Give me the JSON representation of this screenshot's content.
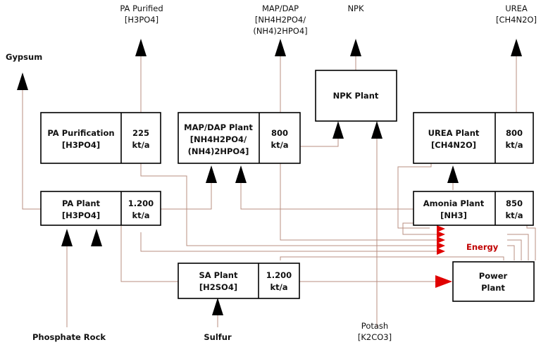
{
  "outputs": {
    "pa_purified": [
      "PA Purified",
      "[H3PO4]"
    ],
    "map_dap": [
      "MAP/DAP",
      "[NH4H2PO4/",
      "(NH4)2HPO4]"
    ],
    "npk": [
      "NPK"
    ],
    "urea": [
      "UREA",
      "[CH4N2O]"
    ],
    "gypsum": [
      "Gypsum"
    ]
  },
  "plants": {
    "pa_purification": {
      "name": [
        "PA Purification",
        "[H3PO4]"
      ],
      "capacity": [
        "225",
        "kt/a"
      ]
    },
    "map_dap_plant": {
      "name": [
        "MAP/DAP Plant",
        "[NH4H2PO4/",
        "(NH4)2HPO4]"
      ],
      "capacity": [
        "800",
        "kt/a"
      ]
    },
    "npk_plant": {
      "name": [
        "NPK Plant"
      ]
    },
    "urea_plant": {
      "name": [
        "UREA Plant",
        "[CH4N2O]"
      ],
      "capacity": [
        "800",
        "kt/a"
      ]
    },
    "pa_plant": {
      "name": [
        "PA Plant",
        "[H3PO4]"
      ],
      "capacity": [
        "1.200",
        "kt/a"
      ]
    },
    "amonia_plant": {
      "name": [
        "Amonia Plant",
        "[NH3]"
      ],
      "capacity": [
        "850",
        "kt/a"
      ]
    },
    "sa_plant": {
      "name": [
        "SA Plant",
        "[H2SO4]"
      ],
      "capacity": [
        "1.200",
        "kt/a"
      ]
    },
    "power_plant": {
      "name": [
        "Power",
        "Plant"
      ]
    }
  },
  "inputs": {
    "phosphate_rock": [
      "Phosphate Rock"
    ],
    "sulfur": [
      "Sulfur"
    ],
    "potash": [
      "Potash",
      "[K2CO3]"
    ]
  },
  "energy_label": "Energy"
}
